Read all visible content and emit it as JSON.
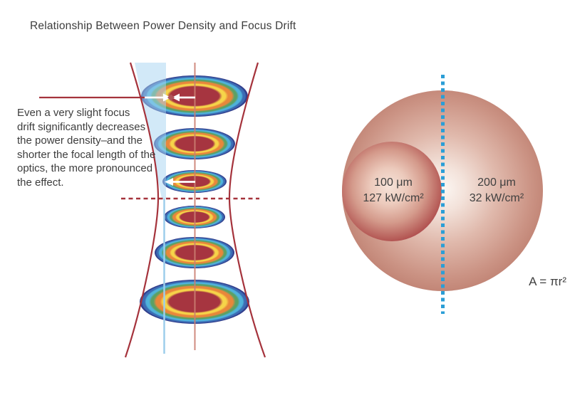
{
  "title": "Relationship Between Power Density and Focus Drift",
  "beam_figure": {
    "caption": "Even a very slight focus\ndrift significantly decreases\nthe power density–and the\nshorter the focal length of the\noptics, the more pronounced\nthe effect.",
    "colors": {
      "envelope_line": "#a5333c",
      "optical_axis_line": "#cb7f72",
      "drift_band": "#bcdcf3",
      "drift_line": "#9dcdeb",
      "arrow": "#ffffff",
      "profile_rings_outer_to_core": [
        "#323f8d",
        "#3c6cb4",
        "#4fb2da",
        "#5ba164",
        "#e8873b",
        "#f6d449",
        "#a63540"
      ]
    }
  },
  "spot_figure": {
    "small_spot": {
      "diameter": "100 μm",
      "power_density": "127 kW/cm²"
    },
    "large_spot": {
      "diameter": "200 μm",
      "power_density": "32 kW/cm²"
    },
    "formula": "A = πr²",
    "colors": {
      "dotted_axis": "#2b9ed6",
      "small_spot_edge": "#a43140",
      "large_spot_edge": "#b06a5e",
      "label_text": "#3f3f3f"
    }
  }
}
